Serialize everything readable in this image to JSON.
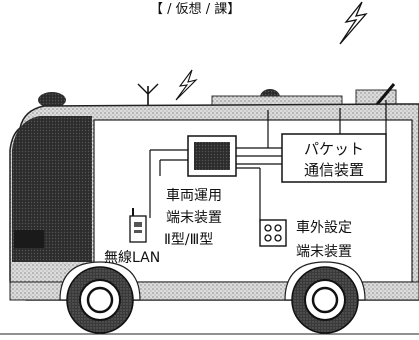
{
  "header": {
    "partial_title": "【 / 仮想 / 課】"
  },
  "labels": {
    "packet_device_line1": "パケット",
    "packet_device_line2": "通信装置",
    "vehicle_terminal_line1": "車両運用",
    "vehicle_terminal_line2": "端末装置",
    "vehicle_terminal_line3": "Ⅱ型/Ⅲ型",
    "external_terminal_line1": "車外設定",
    "external_terminal_line2": "端末装置",
    "wireless_lan": "無線LAN"
  }
}
